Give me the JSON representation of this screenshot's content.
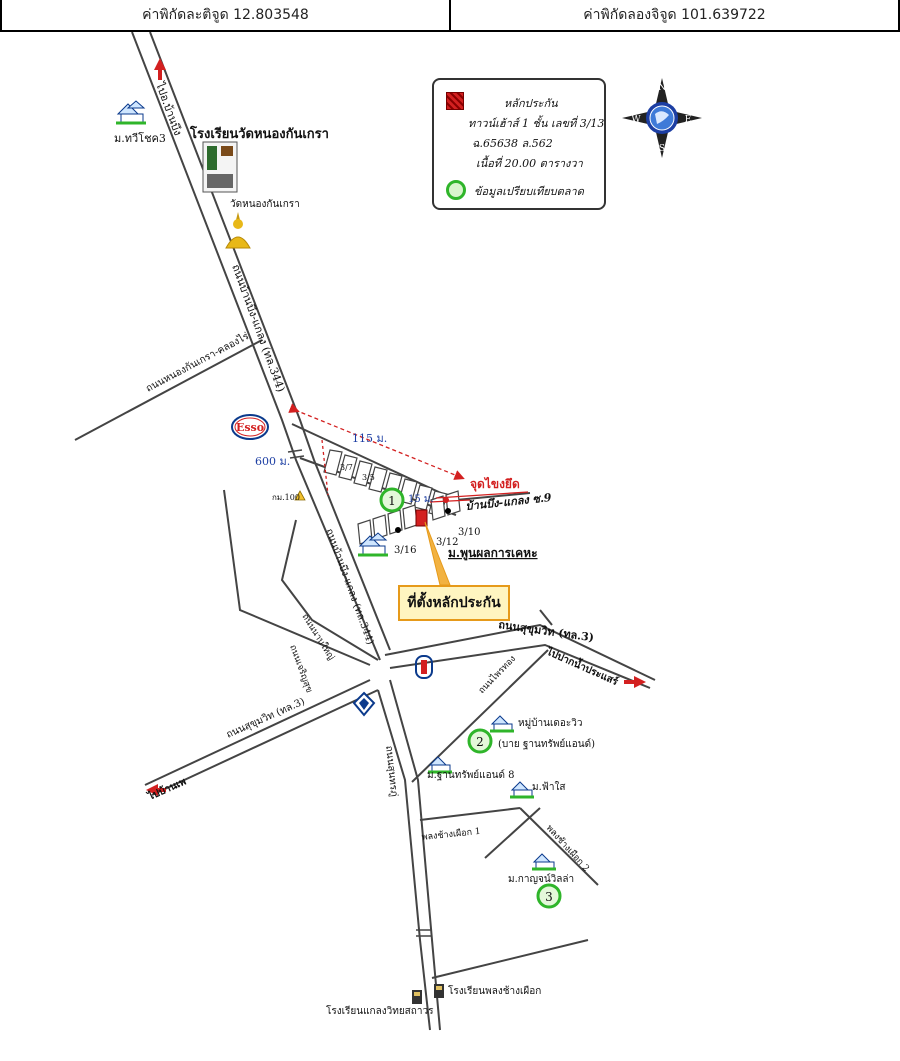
{
  "header": {
    "latitude_label": "ค่าพิกัดละติจูด 12.803548",
    "longitude_label": "ค่าพิกัดลองจิจูด 101.639722"
  },
  "legend": {
    "title": "หลักประกัน",
    "line1": "ทาวน์เฮ้าส์ 1 ชั้น เลขที่ 3/13",
    "line2": "ฉ.65638 ล.562",
    "line3": "เนื้อที่ 20.00 ตารางวา",
    "green_label": "ข้อมูลเปรียบเทียบตลาด",
    "colors": {
      "collateral": "#d32020",
      "market": "#2fb52a"
    }
  },
  "compass": {
    "n": "N",
    "s": "S",
    "e": "E",
    "w": "W",
    "icon": "compass-rose-icon"
  },
  "callout": {
    "label": "ที่ตั้งหลักประกัน"
  },
  "roads": {
    "to_ban_bueng": "ไปอ.บ้านบึง",
    "ban_bueng_klaeng_upper": "ถนนบ้านบึง-แกลง (ทล.344)",
    "nong_kan_krao_khlong_ri": "ถนนหนองกันเกรา-คลองไร่",
    "ban_bueng_klaeng_lower": "ถนนบ้านบึง-แกลง (ทล.344)",
    "sukhumvit_right": "ถนนสุขุมวิท (ทล.3)",
    "to_pak_nam_prasae": "ไปปากน้ำประแสร์",
    "sukhumvit_left": "ถนนสุขุมวิท (ทล.3)",
    "to_ban_phe": "ไปบ้านเพ",
    "charoen_suk": "ถนนเจริญสุข",
    "nab_yai": "ถนนนาบใหญ่",
    "phai_thong": "ถนนไพรทอง",
    "sunthon_phu": "ถนนสุนทรภู่",
    "phong_chang_phueak_1": "พลงช้างเผือก 1",
    "phong_chang_phueak_2": "พลงช้างเผือก 2",
    "soi_9": "บ้านบึง-แกลง ซ.9"
  },
  "places": {
    "tawee_chok": "ม.ทวีโชค3",
    "school_nong_kan_krao": "โรงเรียนวัดหนองกันเกรา",
    "wat_nong_kan_krao": "วัดหนองกันเกรา",
    "km100": "กม.100",
    "phoon_phon": "ม.พูนผลการเคหะ",
    "nature_view": "หมู่บ้านเดอะวิว",
    "nature_view_sub": "(บาย ฐานทรัพย์แอนด์)",
    "than_sap_8": "ม.ฐานทรัพย์แอนด์ 8",
    "fah_sai": "ม.ฟ้าใส",
    "kanchana_villa": "ม.กาญจน์วิลล่า",
    "school_phong_chang": "โรงเรียนพลงช้างเผือก",
    "school_klaeng": "โรงเรียนแกลงวิทยสถาวร",
    "esso": "Esso"
  },
  "annotations": {
    "dist_115": "115 ม.",
    "dist_600": "600 ม.",
    "dist_15": "15 ม.",
    "start_point": "จุดไขงยึด",
    "house_3_7": "3/7",
    "house_3_5": "3/5",
    "house_3_10": "3/10",
    "house_3_12": "3/12",
    "house_3_16": "3/16"
  },
  "markers": {
    "m1": "1",
    "m2": "2",
    "m3": "3"
  }
}
